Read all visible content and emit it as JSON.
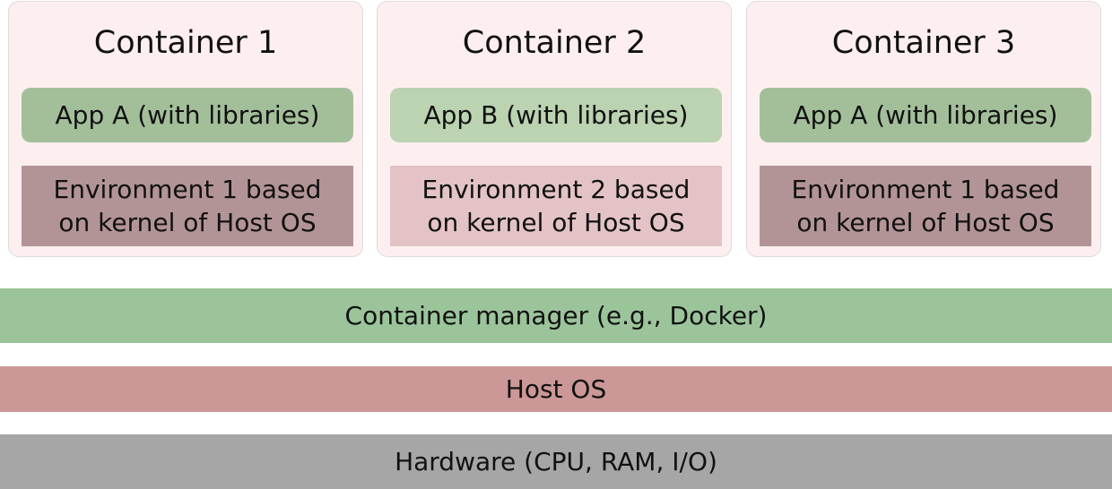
{
  "containers": [
    {
      "title": "Container 1",
      "app": "App A (with libraries)",
      "env_line1": "Environment 1 based",
      "env_line2": "on kernel of Host OS",
      "app_color": "#a3bf9a",
      "env_color": "#b39496"
    },
    {
      "title": "Container 2",
      "app": "App B (with libraries)",
      "env_line1": "Environment 2 based",
      "env_line2": "on kernel of Host OS",
      "app_color": "#bbd3b1",
      "env_color": "#e3c3c5"
    },
    {
      "title": "Container 3",
      "app": "App A (with libraries)",
      "env_line1": "Environment 1 based",
      "env_line2": "on kernel of Host OS",
      "app_color": "#a3bf9a",
      "env_color": "#b39496"
    }
  ],
  "layers": {
    "container_manager": {
      "label": "Container manager (e.g., Docker)",
      "color": "#9bc49a"
    },
    "host_os": {
      "label": "Host OS",
      "color": "#cb9897"
    },
    "hardware": {
      "label": "Hardware (CPU, RAM, I/O)",
      "color": "#a6a6a6"
    }
  },
  "colors": {
    "container_background": "#fdefef",
    "container_border": "#dcdcdc"
  }
}
